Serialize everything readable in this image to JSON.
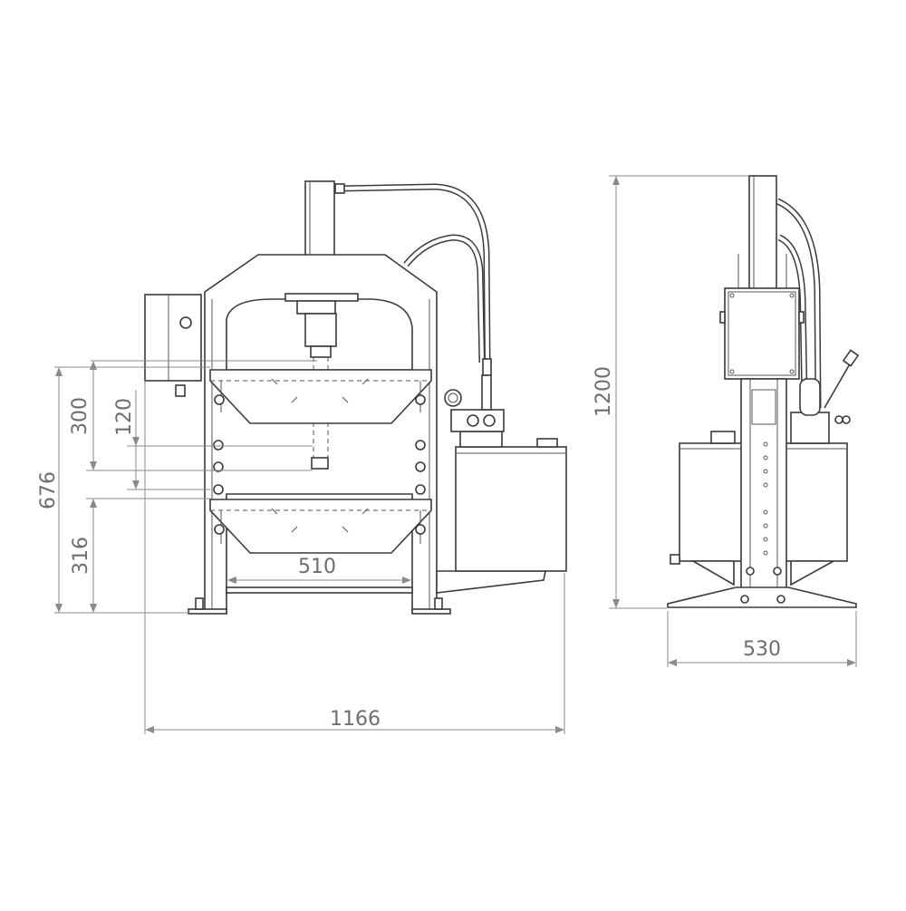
{
  "drawing": {
    "front_view": {
      "dimensions": {
        "total_height": "676",
        "upper_opening": "300",
        "ram_stroke": "120",
        "lower_opening": "316",
        "table_width": "510",
        "overall_width": "1166"
      }
    },
    "side_view": {
      "dimensions": {
        "overall_height": "1200",
        "base_width": "530"
      }
    }
  }
}
